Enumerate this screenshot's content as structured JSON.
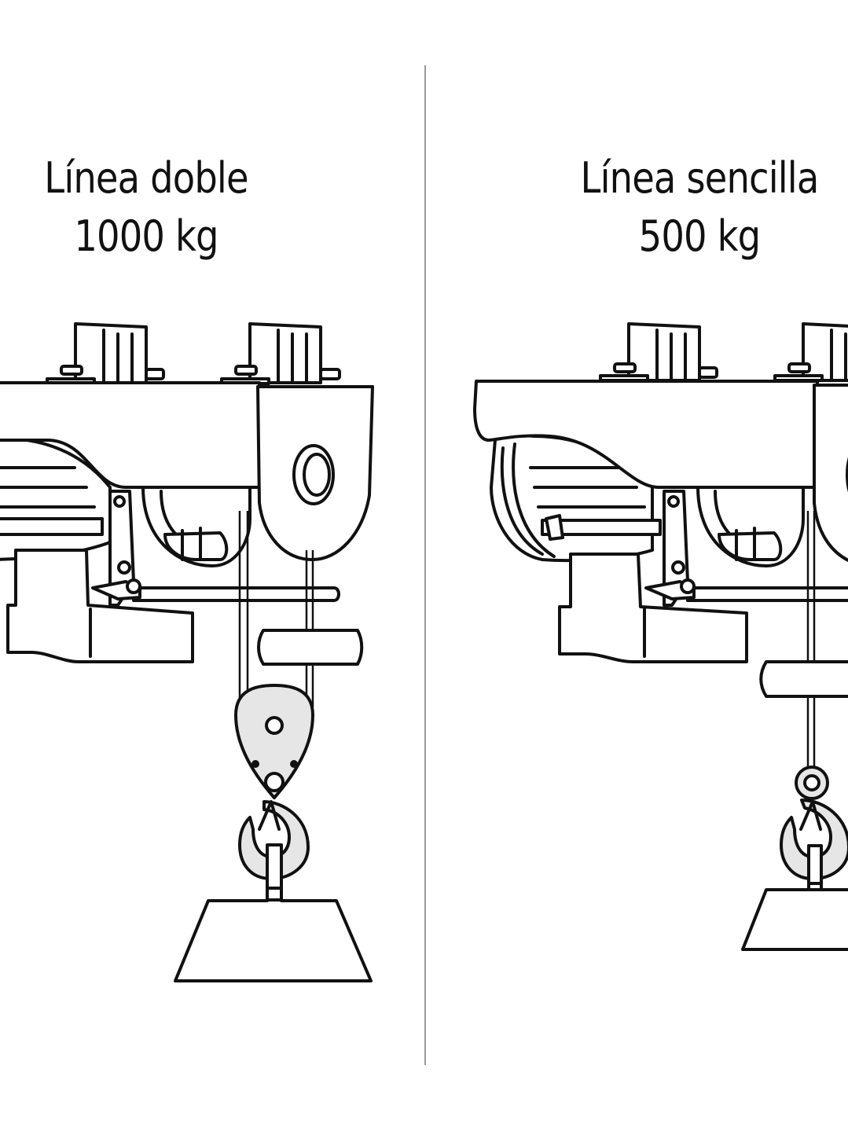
{
  "panels": [
    {
      "line1": "Línea doble",
      "line2": "1000 kg"
    },
    {
      "line1": "Línea sencilla",
      "line2": "500 kg"
    }
  ],
  "colors": {
    "background": "#ffffff",
    "ink": "#111111",
    "divider": "#9a9a9a",
    "hook_fill": "#e6e6e6"
  }
}
